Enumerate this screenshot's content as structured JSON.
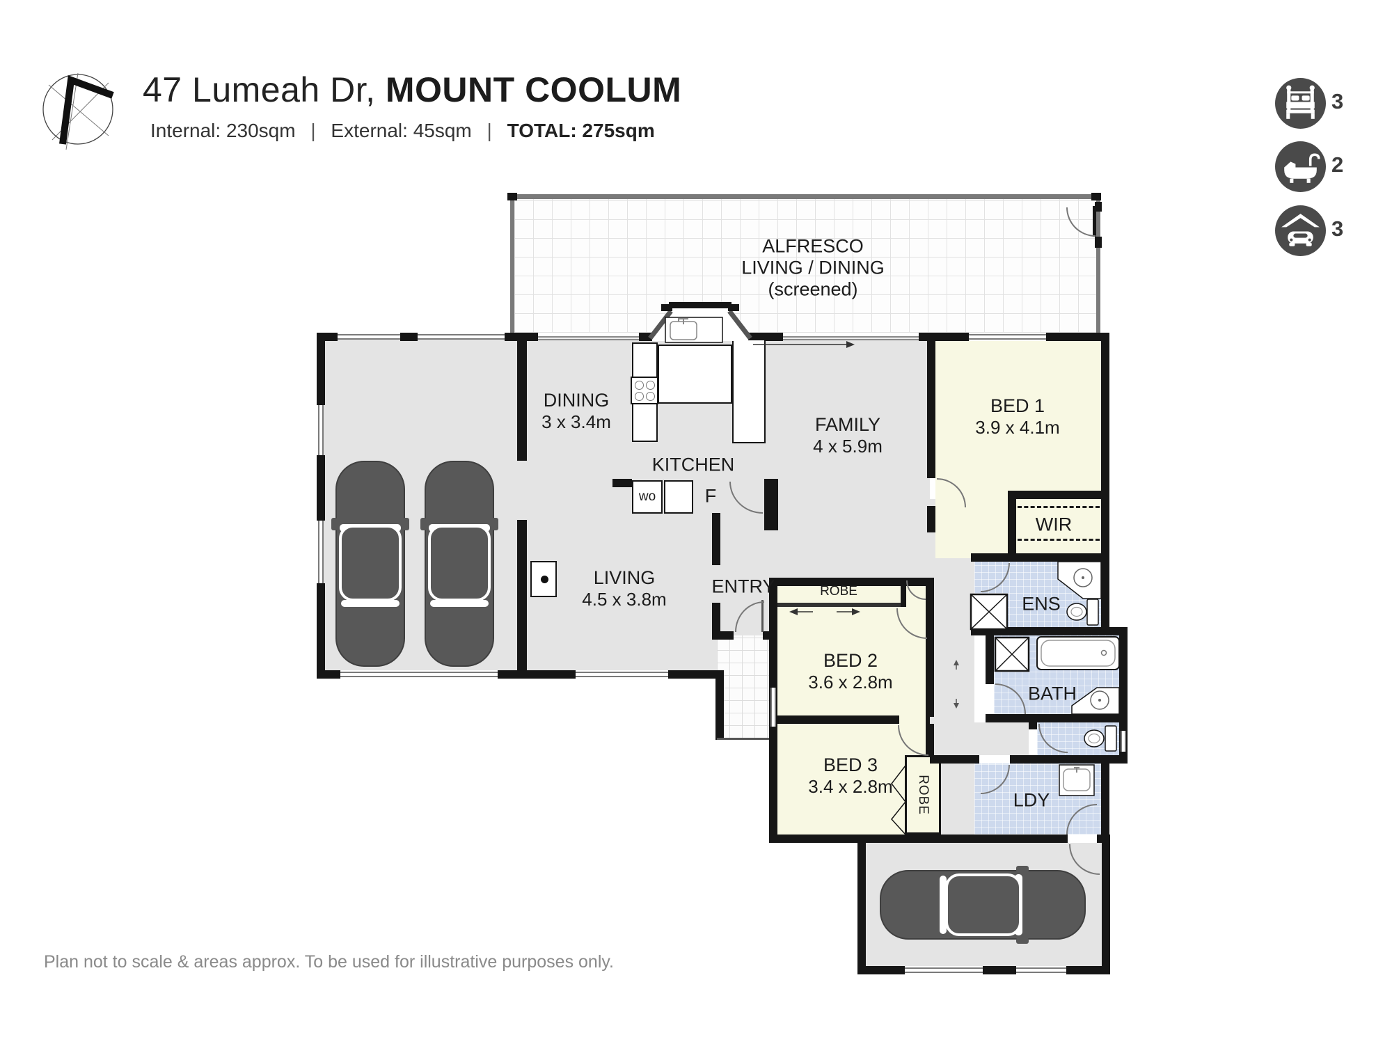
{
  "header": {
    "address_regular": "47 Lumeah Dr, ",
    "address_bold": "MOUNT COOLUM",
    "area_internal": "Internal: 230sqm",
    "area_external": "External: 45sqm",
    "area_total": "TOTAL: 275sqm",
    "separator": "|"
  },
  "summary": {
    "bedrooms": {
      "icon": "bed-icon",
      "count": "3"
    },
    "bathrooms": {
      "icon": "bath-icon",
      "count": "2"
    },
    "garages": {
      "icon": "garage-icon",
      "count": "3"
    }
  },
  "rooms": {
    "alfresco_line1": "ALFRESCO",
    "alfresco_line2": "LIVING / DINING",
    "alfresco_line3": "(screened)",
    "dining_name": "DINING",
    "dining_dims": "3 x 3.4m",
    "kitchen_name": "KITCHEN",
    "family_name": "FAMILY",
    "family_dims": "4 x 5.9m",
    "living_name": "LIVING",
    "living_dims": "4.5 x 3.8m",
    "entry_name": "ENTRY",
    "bed1_name": "BED 1",
    "bed1_dims": "3.9 x 4.1m",
    "wir_name": "WIR",
    "ens_name": "ENS",
    "bed2_name": "BED 2",
    "bed2_dims": "3.6 x 2.8m",
    "bed2_robe": "ROBE",
    "bed3_name": "BED 3",
    "bed3_dims": "3.4 x 2.8m",
    "bed3_robe": "ROBE",
    "bath_name": "BATH",
    "ldy_name": "LDY"
  },
  "appliances": {
    "wall_oven": "wo",
    "fridge": "F"
  },
  "footer": {
    "disclaimer": "Plan not to scale & areas approx. To be used for illustrative purposes only."
  },
  "colors": {
    "accent_dark": "#4a4a4a",
    "wall": "#161616",
    "floor_gray": "#e4e4e4",
    "floor_cream": "#f8f8e3",
    "tile_blue": "#cdd9ed"
  }
}
